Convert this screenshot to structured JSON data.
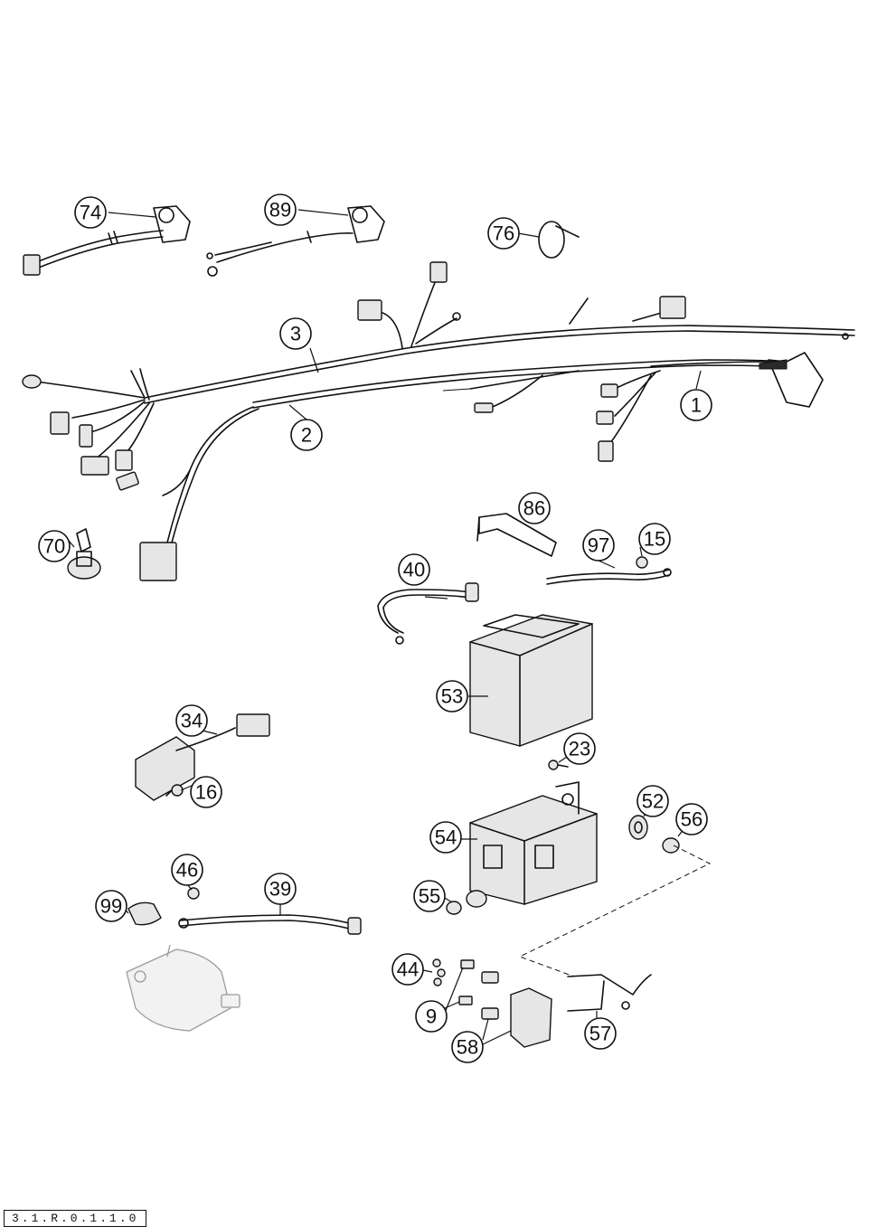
{
  "diagram": {
    "callouts": [
      "74",
      "89",
      "76",
      "3",
      "2",
      "1",
      "70",
      "86",
      "97",
      "15",
      "40",
      "53",
      "34",
      "16",
      "23",
      "52",
      "56",
      "54",
      "46",
      "39",
      "99",
      "55",
      "44",
      "9",
      "58",
      "57"
    ],
    "footer_code": "3.1.R.0.1.1.0"
  }
}
